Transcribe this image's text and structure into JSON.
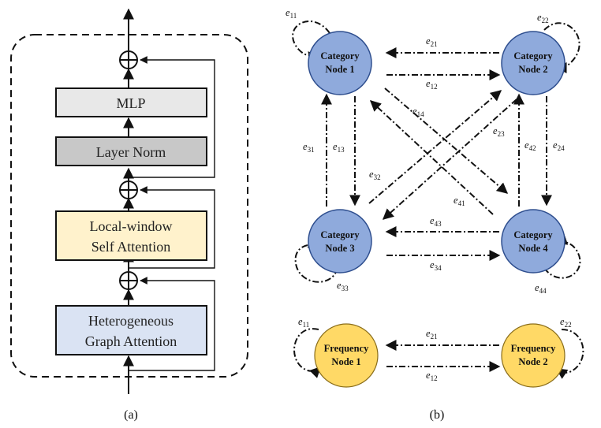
{
  "panel_a": {
    "caption": "(a)",
    "blocks": {
      "mlp": "MLP",
      "layer_norm": "Layer Norm",
      "local_attention_line1": "Local-window",
      "local_attention_line2": "Self Attention",
      "graph_attention_line1": "Heterogeneous",
      "graph_attention_line2": "Graph Attention"
    },
    "colors": {
      "mlp": "#e8e8e8",
      "layer_norm": "#c8c8c8",
      "local_attention": "#fff2cc",
      "graph_attention": "#dae3f3"
    }
  },
  "panel_b": {
    "caption": "(b)",
    "category_nodes": [
      {
        "id": "1",
        "line1": "Category",
        "line2": "Node 1"
      },
      {
        "id": "2",
        "line1": "Category",
        "line2": "Node 2"
      },
      {
        "id": "3",
        "line1": "Category",
        "line2": "Node 3"
      },
      {
        "id": "4",
        "line1": "Category",
        "line2": "Node 4"
      }
    ],
    "frequency_nodes": [
      {
        "id": "1",
        "line1": "Frequency",
        "line2": "Node 1"
      },
      {
        "id": "2",
        "line1": "Frequency",
        "line2": "Node 2"
      }
    ],
    "category_edges": {
      "e11": "11",
      "e12": "12",
      "e13": "13",
      "e14": "14",
      "e21": "21",
      "e22": "22",
      "e23": "23",
      "e24": "24",
      "e31": "31",
      "e32": "32",
      "e33": "33",
      "e34": "34",
      "e41": "41",
      "e42": "42",
      "e43": "43",
      "e44": "44"
    },
    "frequency_edges": {
      "e11": "11",
      "e12": "12",
      "e21": "21",
      "e22": "22"
    },
    "edge_symbol": "e",
    "colors": {
      "category_node": "#8faadc",
      "frequency_node": "#ffd966",
      "node_border": "#2f4f8f"
    }
  }
}
